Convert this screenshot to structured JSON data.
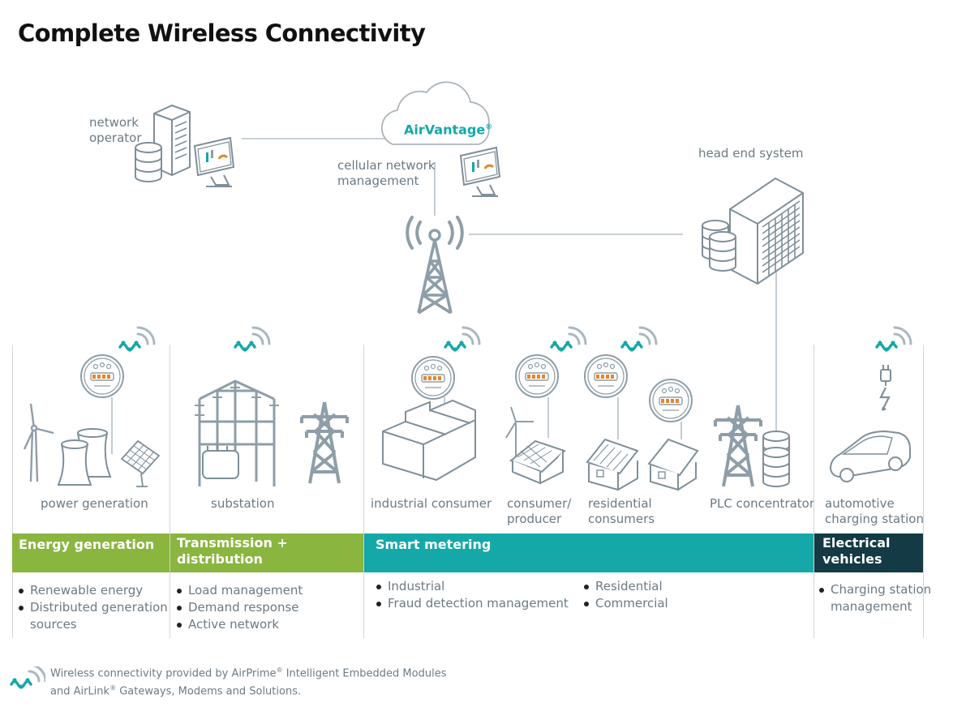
{
  "title": "Complete Wireless Connectivity",
  "colors": {
    "energy_generation": "#8ab53f",
    "transmission_distribution": "#8ab53f",
    "smart_metering": "#14a9a8",
    "electrical_vehicles": "#133a45",
    "line_art": "#9aa9b2",
    "accent": "#13a8a8"
  },
  "top": {
    "network_operator": [
      "network",
      "operator"
    ],
    "airvantage": "AirVantage",
    "airvantage_mark": "®",
    "cellular_network_management": [
      "cellular network",
      "management"
    ],
    "head_end_system": "head end system"
  },
  "devices": {
    "power_generation": "power generation",
    "substation": "substation",
    "industrial_consumer": "industrial consumer",
    "consumer_producer": [
      "consumer/",
      "producer"
    ],
    "residential_consumers": [
      "residential",
      "consumers"
    ],
    "plc_concentrator": "PLC concentrator",
    "automotive_charging_station": [
      "automotive",
      "charging station"
    ]
  },
  "categories": {
    "energy_generation": {
      "label": "Energy generation",
      "items": [
        "Renewable energy",
        "Distributed generation",
        "sources"
      ]
    },
    "transmission_distribution": {
      "label": [
        "Transmission +",
        "distribution"
      ],
      "items": [
        "Load management",
        "Demand response",
        "Active network"
      ]
    },
    "smart_metering": {
      "label": "Smart metering",
      "items_left": [
        "Industrial",
        "Fraud detection management"
      ],
      "items_right": [
        "Residential",
        "Commercial"
      ]
    },
    "electrical_vehicles": {
      "label": [
        "Electrical",
        "vehicles"
      ],
      "items": [
        "Charging station",
        "management"
      ]
    }
  },
  "footer": {
    "line1_a": "Wireless connectivity provided by AirPrime",
    "line1_mark": "®",
    "line1_b": " Intelligent Embedded Modules",
    "line2_a": "and AirLink",
    "line2_mark": "®",
    "line2_b": " Gateways, Modems and Solutions."
  },
  "icons": [
    "server-icon",
    "database-icon",
    "monitor-icon",
    "cloud-icon",
    "cell-tower-icon",
    "wireless-module-icon",
    "smart-meter-icon",
    "wind-turbine-icon",
    "cooling-tower-icon",
    "solar-panel-icon",
    "transformer-icon",
    "pylon-icon",
    "factory-icon",
    "house-icon",
    "electric-car-icon",
    "plug-icon"
  ]
}
